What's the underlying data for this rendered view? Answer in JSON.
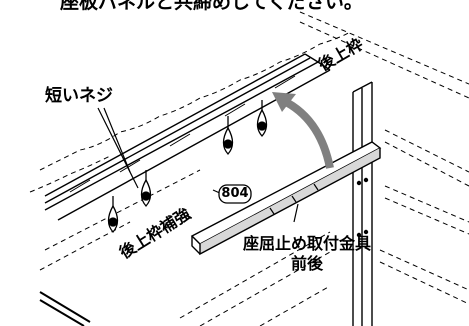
{
  "caption": "座板パネルと共締めしてください。",
  "labels": {
    "screws": "短いネジ",
    "upper_frame": "後上枠",
    "upper_frame_reinforcement": "後上枠補強",
    "seat_stop_bracket_line1": "座屈止め取付金具",
    "seat_stop_bracket_line2": "前後"
  },
  "part_number": "804",
  "icons": {
    "screw": "screw-icon",
    "rotation_arrow": "curved-arrow-icon"
  },
  "colors": {
    "line": "#000000",
    "arrow": "#808080",
    "background": "#ffffff"
  }
}
